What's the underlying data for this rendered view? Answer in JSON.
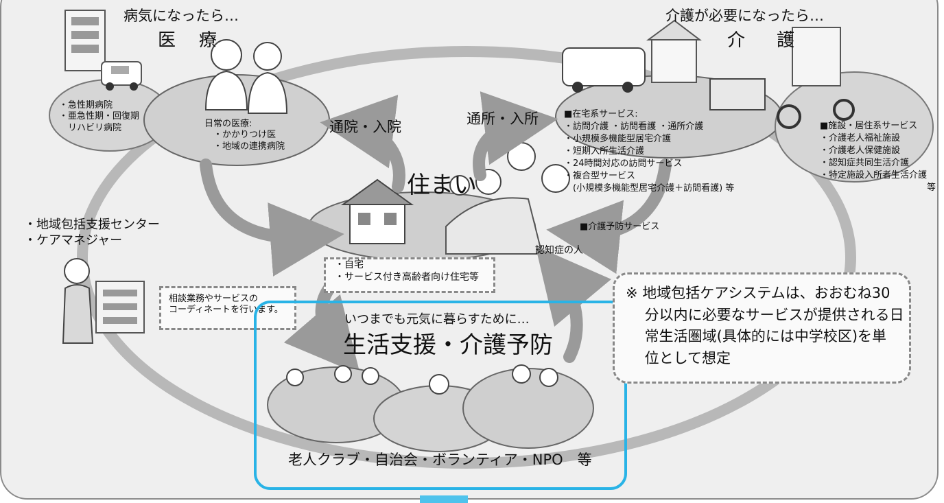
{
  "medical": {
    "heading": "病気になったら…",
    "title": "医　療",
    "hospitals": "・急性期病院\n・亜急性期・回復期\n　リハビリ病院",
    "daily_care": "日常の医療:\n　・かかりつけ医\n　・地域の連携病院"
  },
  "care": {
    "heading": "介護が必要になったら…",
    "title": "介　護",
    "home_services": "■在宅系サービス:\n・訪問介護 ・訪問看護 ・通所介護\n・小規模多機能型居宅介護\n・短期入所生活介護\n・24時間対応の訪問サービス\n・複合型サービス\n　(小規模多機能型居宅介護＋訪問看護) 等",
    "prevention_services": "■介護予防サービス",
    "facility_services": "■施設・居住系サービス\n・介護老人福祉施設\n・介護老人保健施設\n・認知症共同生活介護\n・特定施設入所者生活介護\n　　　　　　　　　　　　等"
  },
  "flows": {
    "hospital_visit": "通院・入院",
    "facility_visit": "通所・入所"
  },
  "housing": {
    "title": "住まい",
    "types": "・自宅\n・サービス付き高齢者向け住宅等",
    "dementia_label": "認知症の人"
  },
  "consultation": {
    "entities": "・地域包括支援センター\n・ケアマネジャー",
    "note": "相談業務やサービスの\nコーディネートを行います。"
  },
  "life_support": {
    "subtitle": "いつまでも元気に暮らすために…",
    "title": "生活支援・介護予防",
    "organizations": "老人クラブ・自治会・ボランティア・NPO　等"
  },
  "footnote": "※ 地域包括ケアシステムは、おおむね30\n　 分以内に必要なサービスが提供される日\n　 常生活圏域(具体的には中学校区)を単\n　 位として想定",
  "colors": {
    "accent_blue": "#29b3e6",
    "tab_blue": "#4fc3ec",
    "circle_stroke": "#b5b5b5",
    "ellipse_fill": "#d0d0d0"
  }
}
